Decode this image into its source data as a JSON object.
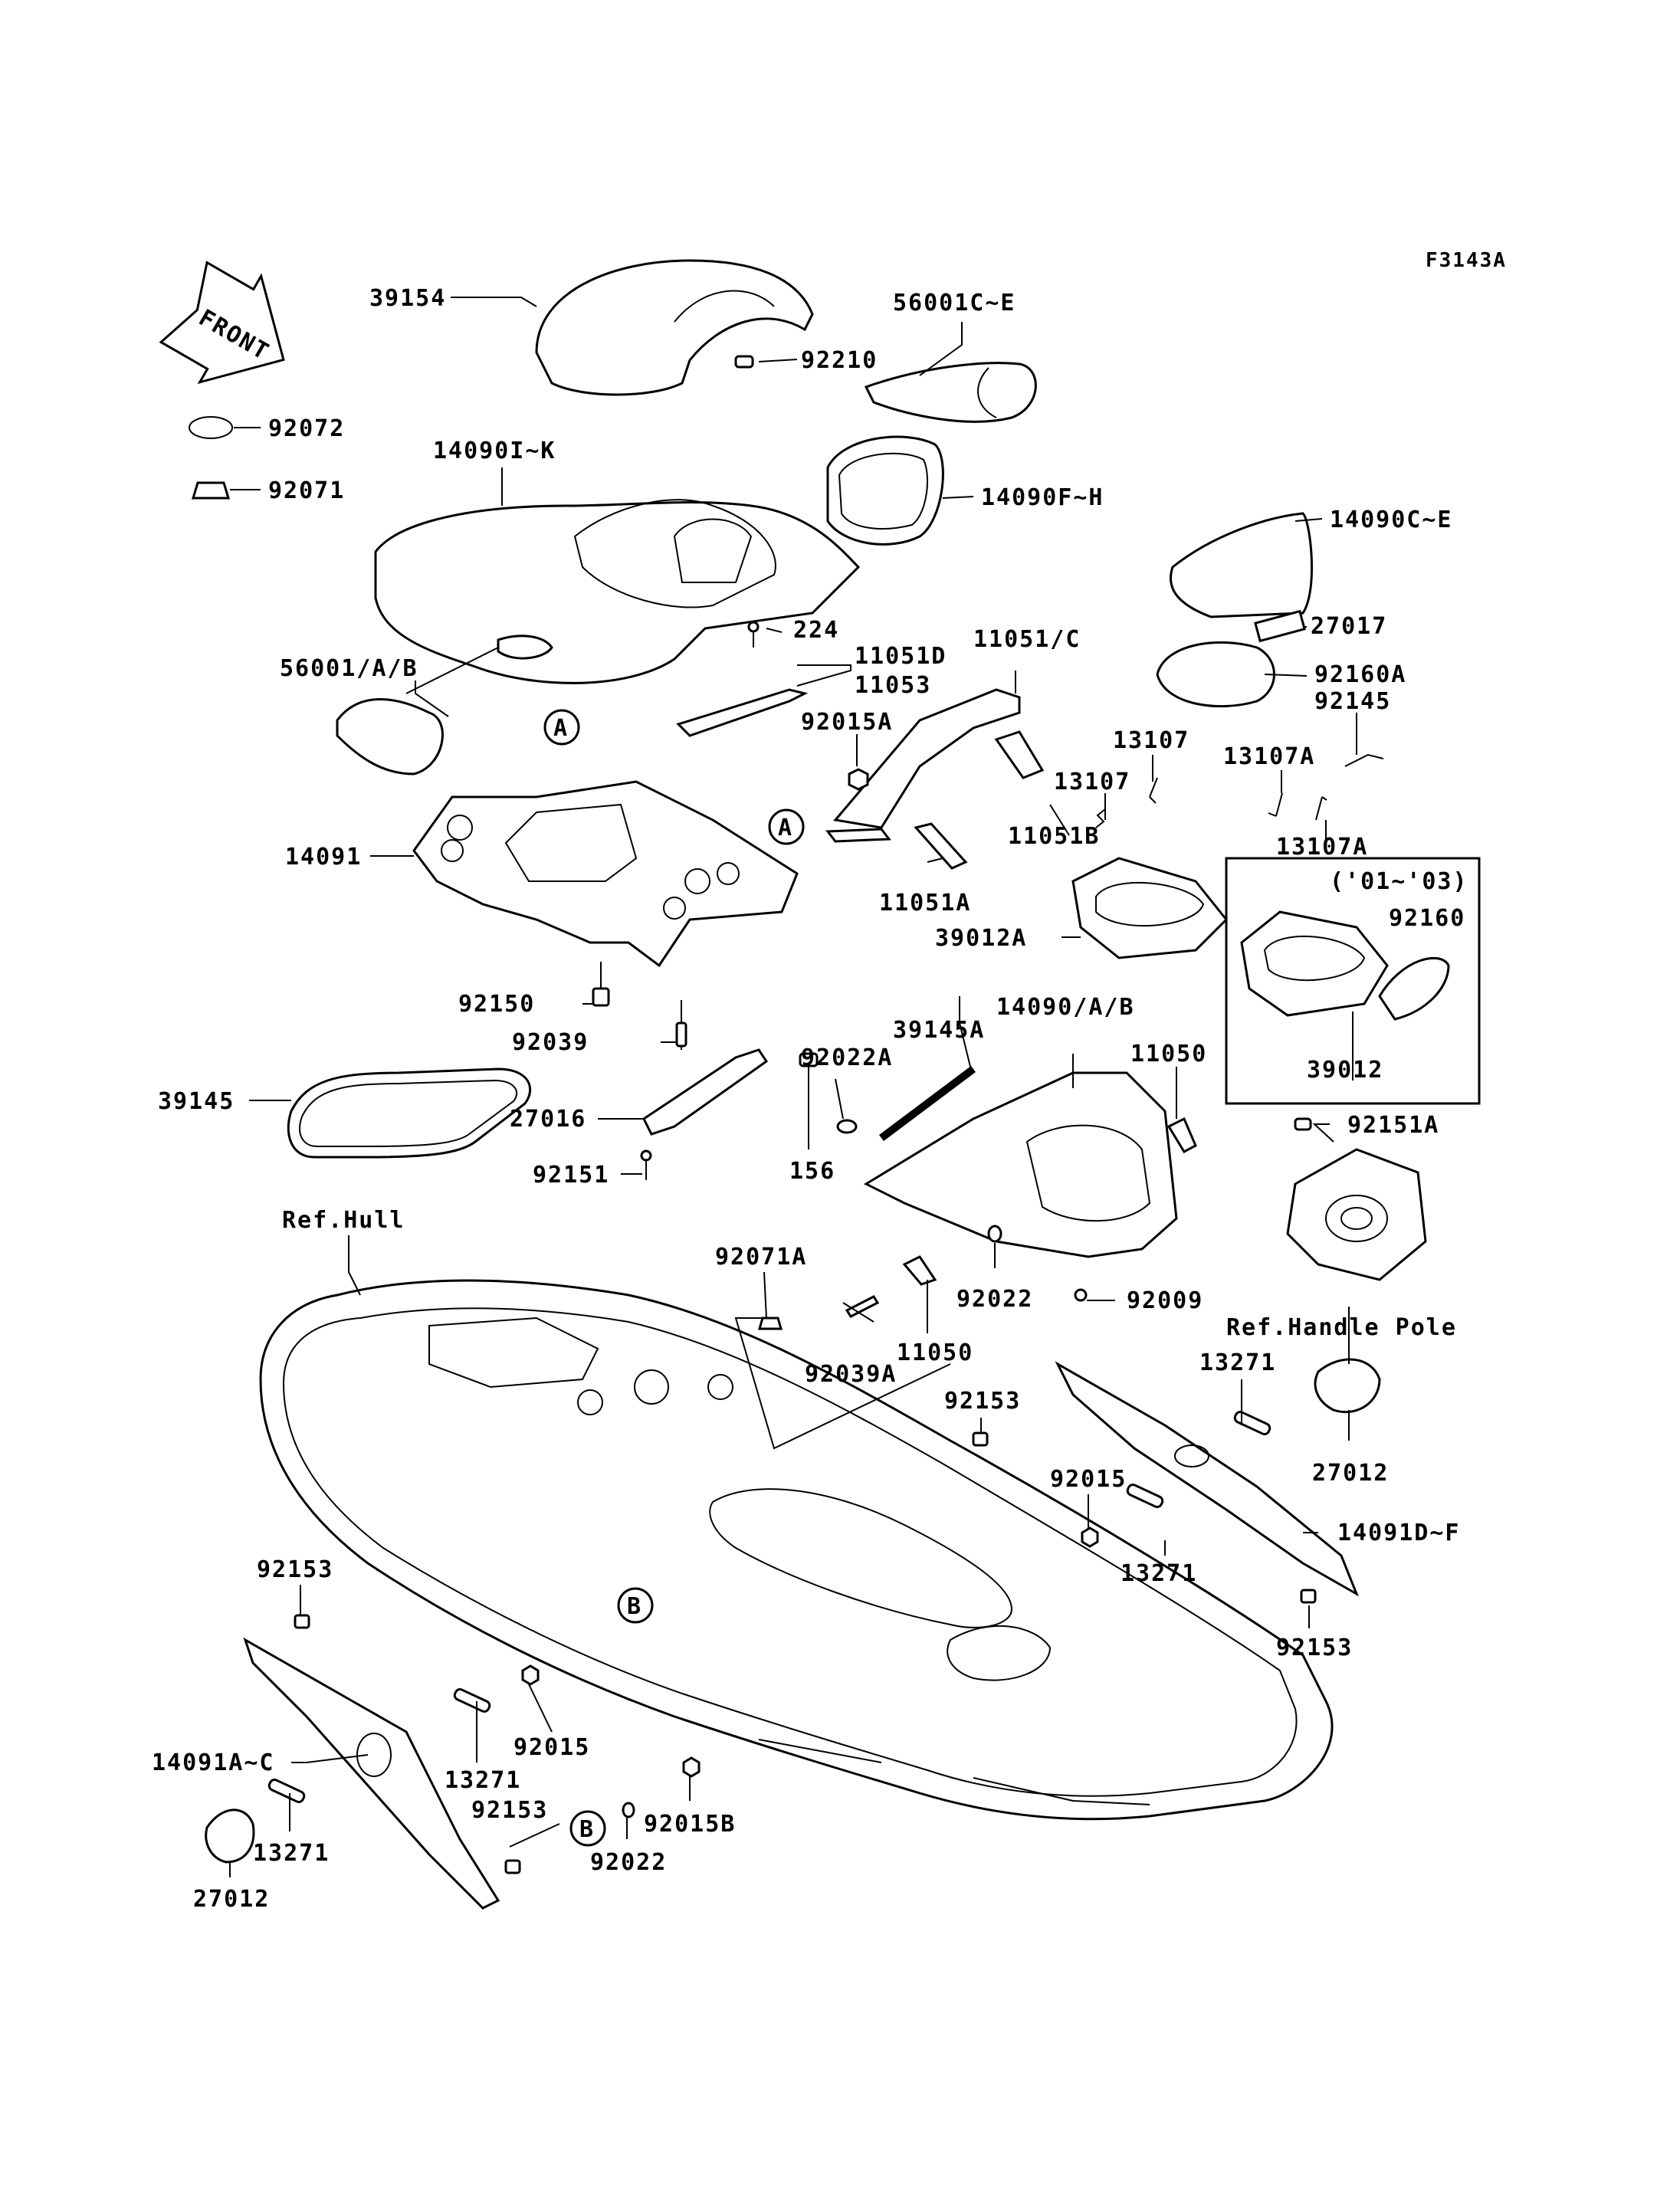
{
  "diagram_code": "F3143A",
  "front_arrow": "FRONT",
  "callouts": {
    "a": "A",
    "b": "B"
  },
  "labels": {
    "p39154": "39154",
    "p92210": "92210",
    "p56001ce": "56001C~E",
    "p92072": "92072",
    "p92071": "92071",
    "p14090ik": "14090I~K",
    "p14090fh": "14090F~H",
    "p14090ce": "14090C~E",
    "p224": "224",
    "p27017": "27017",
    "p11051d": "11051D",
    "p11053": "11053",
    "p11051c": "11051/C",
    "p56001ab": "56001/A/B",
    "p92160a": "92160A",
    "p92145": "92145",
    "p92015a": "92015A",
    "p13107_1": "13107",
    "p13107_2": "13107",
    "p13107a_1": "13107A",
    "p13107a_2": "13107A",
    "p11051b": "11051B",
    "p14091": "14091",
    "p11051a": "11051A",
    "p0103": "('01~'03)",
    "p92160": "92160",
    "p39012a": "39012A",
    "p92150": "92150",
    "p92039": "92039",
    "p39145a": "39145A",
    "p14090ab": "14090/A/B",
    "p92022a": "92022A",
    "p11050_1": "11050",
    "p39012": "39012",
    "p39145": "39145",
    "p27016": "27016",
    "p156": "156",
    "p92151a": "92151A",
    "p92151": "92151",
    "p_refhull": "Ref.Hull",
    "p92071a": "92071A",
    "p92022_1": "92022",
    "p92009": "92009",
    "p_refhandle": "Ref.Handle Pole",
    "p92039a": "92039A",
    "p11050_2": "11050",
    "p13271_1": "13271",
    "p92153_1": "92153",
    "p27012_1": "27012",
    "p92015_1": "92015",
    "p14091df": "14091D~F",
    "p13271_2": "13271",
    "p92153_2": "92153",
    "p92153_3": "92153",
    "p92015_2": "92015",
    "p14091ac": "14091A~C",
    "p13271_3": "13271",
    "p92153_4": "92153",
    "p92015b": "92015B",
    "p92022_2": "92022",
    "p13271_4": "13271",
    "p27012_2": "27012"
  }
}
